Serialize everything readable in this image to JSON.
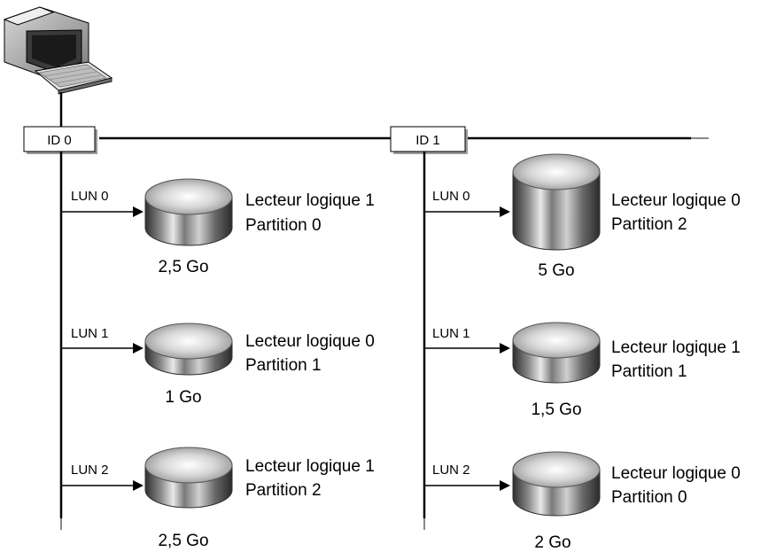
{
  "targets": [
    {
      "id_label": "ID 0",
      "luns": [
        {
          "lun": "LUN 0",
          "size": "2,5 Go",
          "drive": "Lecteur logique 1",
          "partition": "Partition 0"
        },
        {
          "lun": "LUN 1",
          "size": "1 Go",
          "drive": "Lecteur logique 0",
          "partition": "Partition 1"
        },
        {
          "lun": "LUN 2",
          "size": "2,5 Go",
          "drive": "Lecteur logique 1",
          "partition": "Partition 2"
        }
      ]
    },
    {
      "id_label": "ID 1",
      "luns": [
        {
          "lun": "LUN 0",
          "size": "5 Go",
          "drive": "Lecteur logique 0",
          "partition": "Partition 2"
        },
        {
          "lun": "LUN 1",
          "size": "1,5 Go",
          "drive": "Lecteur logique 1",
          "partition": "Partition 1"
        },
        {
          "lun": "LUN 2",
          "size": "2 Go",
          "drive": "Lecteur logique 0",
          "partition": "Partition 0"
        }
      ]
    }
  ],
  "icons": {
    "host": "computer-icon",
    "disk": "disk-cylinder-icon"
  },
  "colors": {
    "line": "#000000",
    "box_fill": "#ffffff",
    "box_shadow": "#9a9a9a",
    "disk_dark": "#3a3a3a",
    "disk_light": "#e8e8e8"
  }
}
